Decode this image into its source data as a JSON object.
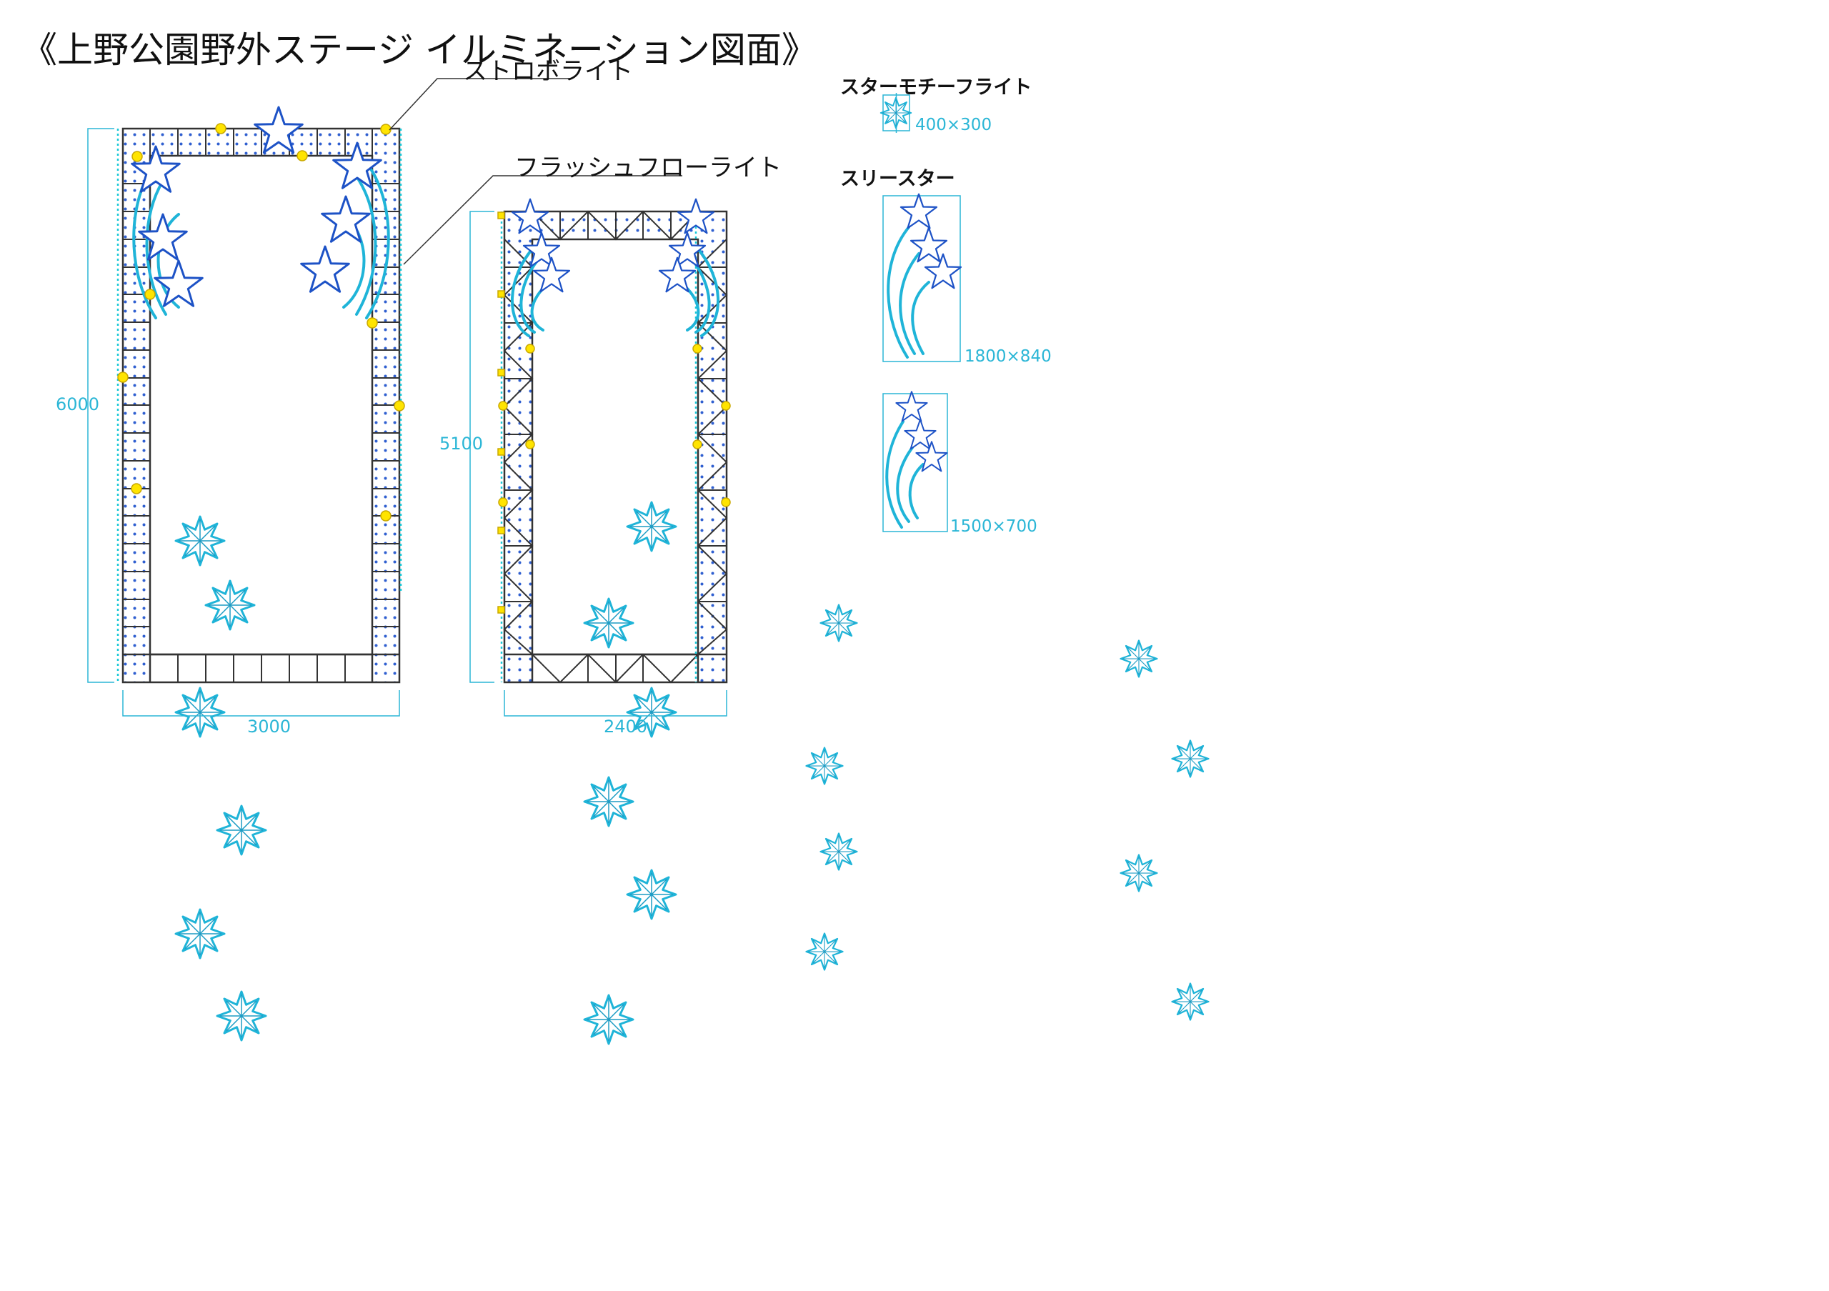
{
  "title": "《上野公園野外ステージ イルミネーション図面》",
  "callouts": {
    "strobe": "ストロボライト",
    "flash_flow": "フラッシュフローライト"
  },
  "legend": {
    "star_motif": {
      "heading": "スターモチーフライト",
      "size": "400×300"
    },
    "three_star": {
      "heading": "スリースター",
      "size_large": "1800×840",
      "size_small": "1500×700"
    }
  },
  "dimensions": {
    "frame_a_height": "6000",
    "frame_a_width": "3000",
    "frame_b_height": "5100",
    "frame_b_width": "2400"
  },
  "colors": {
    "frame_line": "#333333",
    "dimension": "#2bb6d6",
    "neon_cyan": "#1fb4d8",
    "star_blue": "#1d52c6",
    "led_dot": "#2f5fd0",
    "strobe_fill": "#ffe400",
    "strobe_stroke": "#c9a800"
  },
  "icons": [
    "star-motif-icon",
    "three-star-icon",
    "strobe-light-icon"
  ]
}
